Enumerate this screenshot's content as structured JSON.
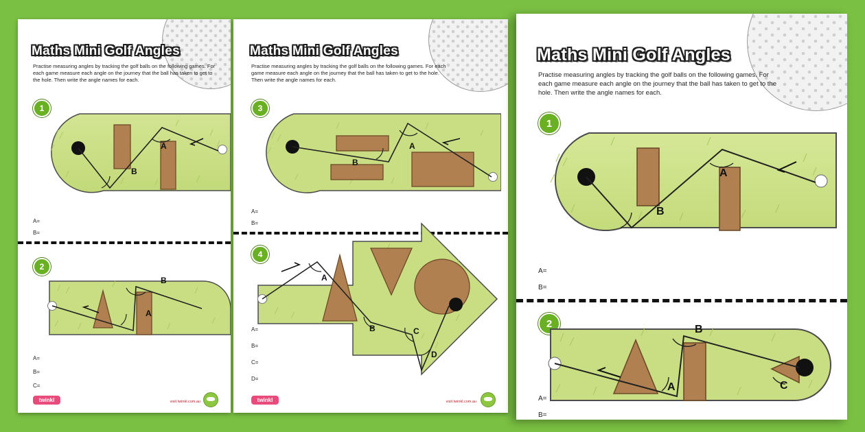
{
  "colors": {
    "page_background": "#7ac143",
    "paper": "#ffffff",
    "grass_light": "#cde18a",
    "grass_mid": "#c2da79",
    "wood": "#b08050",
    "badge_green": "#6ab023",
    "title_outline": "#1f1f1f",
    "footer_red": "#b0232a",
    "twinkl_pink": "#e94b7c"
  },
  "sheets": [
    {
      "id": "back-left",
      "title": "Maths Mini Golf Angles",
      "intro": "Practise measuring angles by tracking the golf balls on the following games. For each game measure each angle on the journey that the ball has taken to get to the hole. Then write the angle names for each.",
      "games": [
        {
          "number": "1",
          "labels": [
            "A",
            "B"
          ],
          "answers": [
            "A=",
            "B="
          ]
        },
        {
          "number": "2",
          "labels": [
            "A",
            "B"
          ],
          "answers": [
            "A=",
            "B=",
            "C="
          ]
        }
      ],
      "footer": {
        "logo": "twinkl",
        "url": "visit twinkl.com.au"
      }
    },
    {
      "id": "back-right",
      "title": "Maths Mini Golf Angles",
      "intro": "Practise measuring angles by tracking the golf balls on the following games. For each game measure each angle on the journey that the ball has taken to get to the hole. Then write the angle names for each.",
      "games": [
        {
          "number": "3",
          "labels": [
            "A",
            "B"
          ],
          "answers": [
            "A=",
            "B="
          ]
        },
        {
          "number": "4",
          "labels": [
            "A",
            "B",
            "C",
            "D"
          ],
          "answers": [
            "A=",
            "B=",
            "C=",
            "D="
          ]
        }
      ],
      "footer": {
        "logo": "twinkl",
        "url": "visit twinkl.com.au"
      }
    },
    {
      "id": "front",
      "title": "Maths Mini Golf Angles",
      "intro": "Practise measuring angles by tracking the golf balls on the following games. For each game measure each angle on the journey that the ball has taken to get to the hole. Then write the angle names for each.",
      "games": [
        {
          "number": "1",
          "labels": [
            "A",
            "B"
          ],
          "answers": [
            "A=",
            "B="
          ]
        },
        {
          "number": "2",
          "labels": [
            "A",
            "B",
            "C"
          ],
          "answers": [
            "A=",
            "B="
          ]
        }
      ]
    }
  ]
}
